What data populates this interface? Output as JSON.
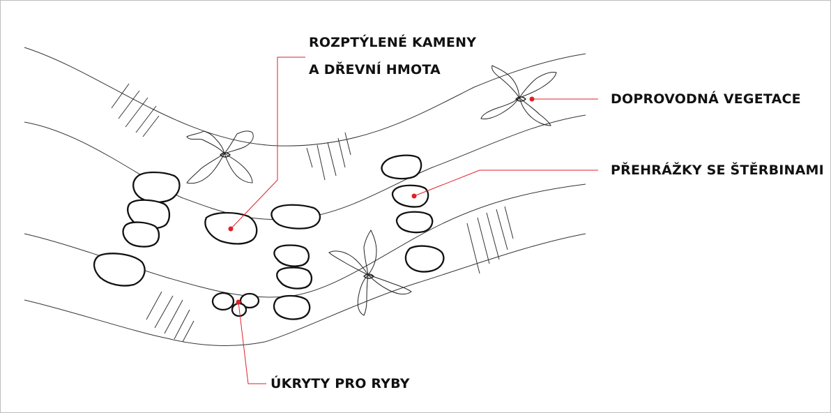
{
  "diagram": {
    "labels": {
      "scattered_stones_line1": "ROZPTÝLENÉ KAMENY",
      "scattered_stones_line2": "A DŘEVNÍ HMOTA",
      "vegetation": "DOPROVODNÁ VEGETACE",
      "weirs": "PŘEHRÁŽKY SE ŠTĚRBINAMI",
      "fish_shelters": "ÚKRYTY PRO RYBY"
    },
    "colors": {
      "outline": "#111111",
      "river_line": "#333333",
      "leader": "#e01f26",
      "label_text": "#111111",
      "frame": "#bdbdbd"
    }
  }
}
